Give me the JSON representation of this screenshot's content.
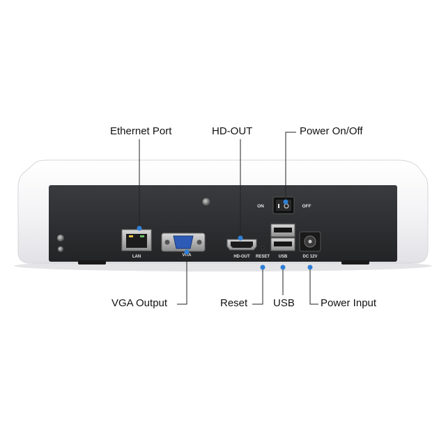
{
  "callouts": {
    "ethernet_port": "Ethernet Port",
    "hd_out": "HD-OUT",
    "power_onoff": "Power On/Off",
    "vga_output": "VGA Output",
    "reset": "Reset",
    "usb": "USB",
    "power_input": "Power Input"
  },
  "port_labels": {
    "lan": "LAN",
    "vga": "VGA",
    "hd_out": "HD-OUT",
    "reset": "RESET",
    "usb": "USB",
    "dc": "DC 12V",
    "on": "ON",
    "off": "OFF"
  },
  "colors": {
    "accent": "#2f7fd6",
    "panel": "#2b2c2e",
    "shell": "#f3f3f5"
  }
}
